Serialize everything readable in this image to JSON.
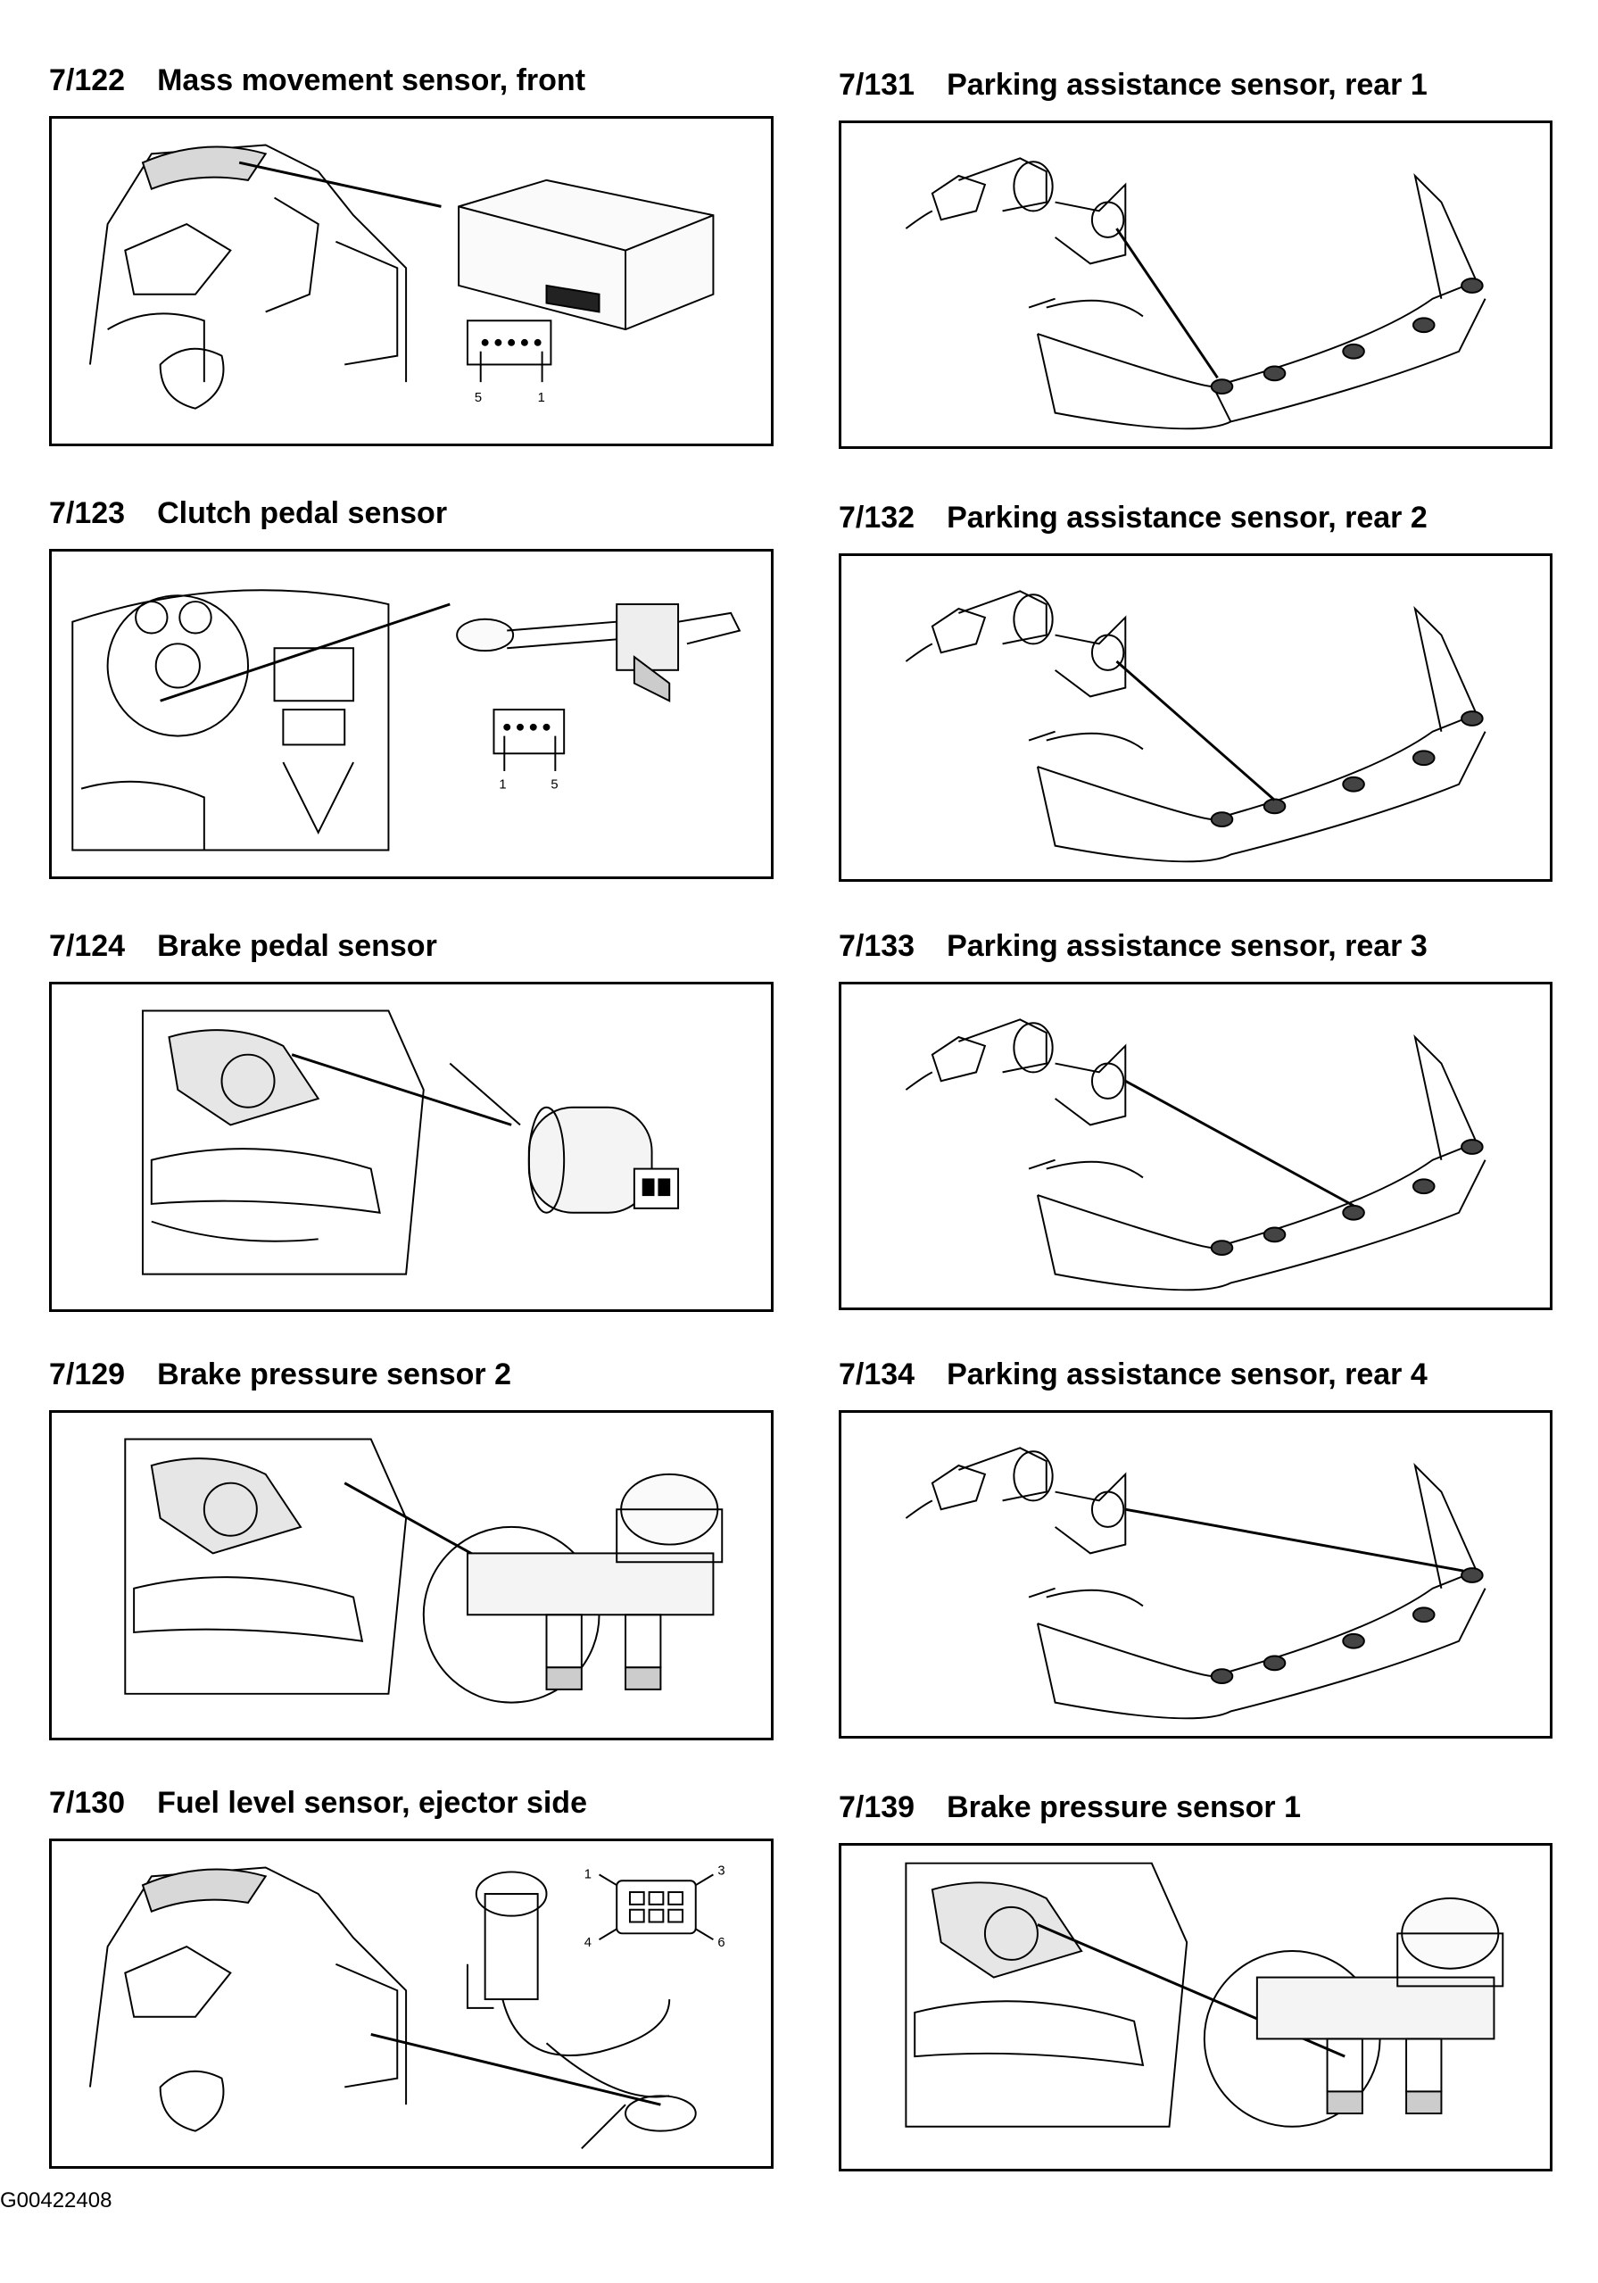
{
  "panels": [
    {
      "code": "7/122",
      "title": "Mass movement sensor, front",
      "illustration": "car-interior-with-module",
      "pins": [
        "5",
        "1"
      ]
    },
    {
      "code": "7/123",
      "title": "Clutch pedal sensor",
      "illustration": "dashboard-with-pedal-sensor",
      "pins": [
        "1",
        "5"
      ]
    },
    {
      "code": "7/124",
      "title": "Brake pedal sensor",
      "illustration": "engine-bay-with-pedal-sensor",
      "pins": []
    },
    {
      "code": "7/129",
      "title": "Brake pressure sensor 2",
      "illustration": "engine-bay-with-master-cylinder",
      "pins": []
    },
    {
      "code": "7/130",
      "title": "Fuel level sensor, ejector side",
      "illustration": "car-with-fuel-pump-and-connector",
      "pins": [
        "1",
        "3",
        "4",
        "6"
      ]
    },
    {
      "code": "7/131",
      "title": "Parking assistance sensor, rear 1",
      "illustration": "rear-bumper-with-sensors",
      "pins": []
    },
    {
      "code": "7/132",
      "title": "Parking assistance sensor, rear 2",
      "illustration": "rear-bumper-with-sensors",
      "pins": []
    },
    {
      "code": "7/133",
      "title": "Parking assistance sensor, rear 3",
      "illustration": "rear-bumper-with-sensors",
      "pins": []
    },
    {
      "code": "7/134",
      "title": "Parking assistance sensor, rear 4",
      "illustration": "rear-bumper-with-sensors",
      "pins": []
    },
    {
      "code": "7/139",
      "title": "Brake pressure sensor 1",
      "illustration": "engine-bay-with-master-cylinder",
      "pins": []
    }
  ],
  "footer": {
    "doc_id": "G00422408"
  }
}
